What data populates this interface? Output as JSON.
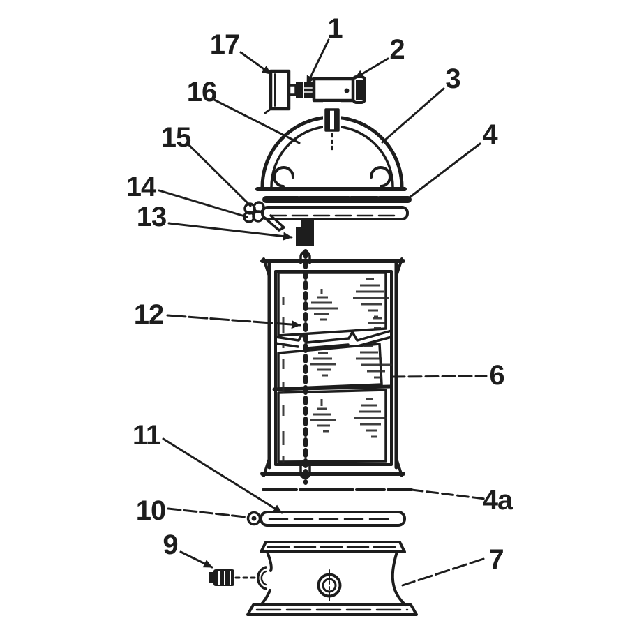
{
  "colors": {
    "background": "#ffffff",
    "ink": "#1d1d1d"
  },
  "diagram_kind": "exploded parts diagram",
  "callouts": [
    {
      "label": "1"
    },
    {
      "label": "2"
    },
    {
      "label": "3"
    },
    {
      "label": "4"
    },
    {
      "label": "4a"
    },
    {
      "label": "6"
    },
    {
      "label": "7"
    },
    {
      "label": "9"
    },
    {
      "label": "10"
    },
    {
      "label": "11"
    },
    {
      "label": "12"
    },
    {
      "label": "13"
    },
    {
      "label": "14"
    },
    {
      "label": "15"
    },
    {
      "label": "16"
    },
    {
      "label": "17"
    }
  ]
}
